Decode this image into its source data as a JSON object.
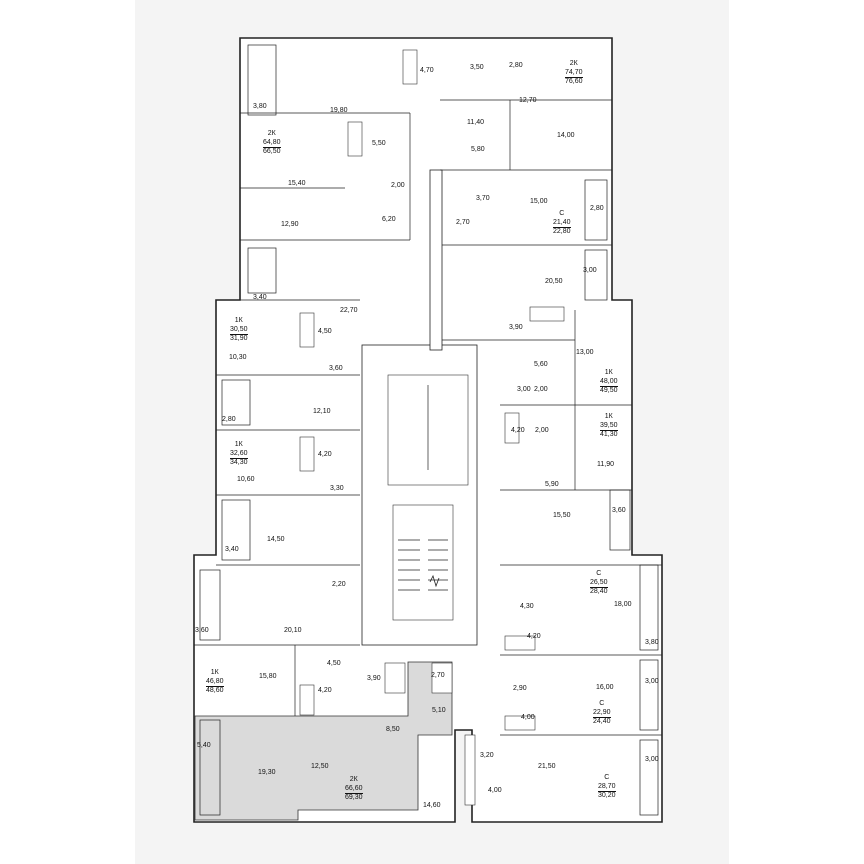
{
  "colors": {
    "page": "#ffffff",
    "card": "#f4f4f4",
    "walls": "#222222",
    "highlighted_unit": "#dadada"
  },
  "apartments": [
    {
      "id": "apt-2k-top-right",
      "type": "2К",
      "living_area": "74,70",
      "total_area": "76,60"
    },
    {
      "id": "apt-2k-upper-left",
      "type": "2К",
      "living_area": "64,80",
      "total_area": "66,50"
    },
    {
      "id": "apt-c-upper-right",
      "type": "С",
      "living_area": "21,40",
      "total_area": "22,80"
    },
    {
      "id": "apt-1k-mid-left-1",
      "type": "1К",
      "living_area": "30,50",
      "total_area": "31,90"
    },
    {
      "id": "apt-1k-mid-right-1",
      "type": "1К",
      "living_area": "48,00",
      "total_area": "49,50"
    },
    {
      "id": "apt-1k-mid-right-2",
      "type": "1К",
      "living_area": "39,50",
      "total_area": "41,30"
    },
    {
      "id": "apt-1k-mid-left-2",
      "type": "1К",
      "living_area": "32,60",
      "total_area": "34,30"
    },
    {
      "id": "apt-c-lower-right-1",
      "type": "С",
      "living_area": "26,50",
      "total_area": "28,40"
    },
    {
      "id": "apt-1k-lower-left",
      "type": "1К",
      "living_area": "46,80",
      "total_area": "48,60"
    },
    {
      "id": "apt-c-lower-right-2",
      "type": "С",
      "living_area": "22,90",
      "total_area": "24,40"
    },
    {
      "id": "apt-2k-bottom-highlighted",
      "type": "2К",
      "living_area": "66,60",
      "total_area": "69,30"
    },
    {
      "id": "apt-c-bottom-right",
      "type": "С",
      "living_area": "28,70",
      "total_area": "30,20"
    }
  ],
  "rooms": [
    "3,80",
    "19,80",
    "4,70",
    "3,50",
    "2,80",
    "12,70",
    "11,40",
    "14,00",
    "5,50",
    "5,80",
    "15,40",
    "2,00",
    "3,70",
    "15,00",
    "2,80",
    "12,90",
    "6,20",
    "2,70",
    "3,00",
    "20,50",
    "3,40",
    "22,70",
    "4,50",
    "3,90",
    "13,00",
    "10,30",
    "5,60",
    "3,60",
    "3,00",
    "2,00",
    "2,80",
    "12,10",
    "4,20",
    "2,00",
    "4,20",
    "11,90",
    "10,60",
    "3,30",
    "5,90",
    "3,60",
    "15,50",
    "14,50",
    "3,40",
    "2,20",
    "18,00",
    "4,30",
    "20,10",
    "3,60",
    "4,20",
    "3,80",
    "4,50",
    "15,80",
    "3,90",
    "2,70",
    "2,90",
    "16,00",
    "3,00",
    "4,20",
    "5,10",
    "4,00",
    "5,40",
    "19,30",
    "8,50",
    "12,50",
    "3,20",
    "21,50",
    "3,00",
    "14,60",
    "4,00"
  ]
}
